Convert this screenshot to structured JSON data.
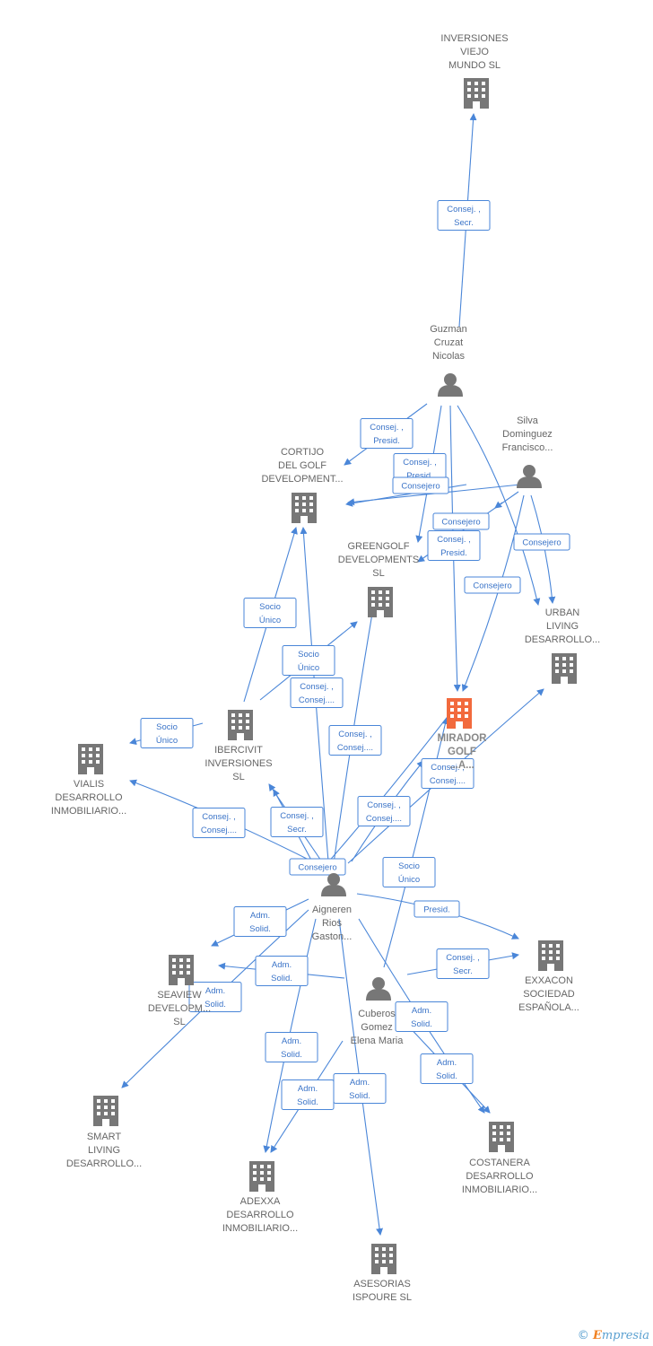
{
  "nodes": {
    "inversiones_viejo_mundo": {
      "type": "company",
      "lines": [
        "INVERSIONES",
        "VIEJO",
        "MUNDO SL"
      ]
    },
    "guzman": {
      "type": "person",
      "lines": [
        "Guzman",
        "Cruzat",
        "Nicolas"
      ]
    },
    "silva": {
      "type": "person",
      "lines": [
        "Silva",
        "Dominguez",
        "Francisco..."
      ]
    },
    "cortijo": {
      "type": "company",
      "lines": [
        "CORTIJO",
        "DEL GOLF",
        "DEVELOPMENT..."
      ]
    },
    "greengolf": {
      "type": "company",
      "lines": [
        "GREENGOLF",
        "DEVELOPMENTS",
        "SL"
      ]
    },
    "urban_living": {
      "type": "company",
      "lines": [
        "URBAN",
        "LIVING",
        "DESARROLLO..."
      ]
    },
    "mirador": {
      "type": "company",
      "main": true,
      "lines": [
        "MIRADOR",
        "GOLF",
        "...A..."
      ]
    },
    "ibercivit": {
      "type": "company",
      "lines": [
        "IBERCIVIT",
        "INVERSIONES",
        "SL"
      ]
    },
    "vialis": {
      "type": "company",
      "lines": [
        "VIALIS",
        "DESARROLLO",
        "INMOBILIARIO..."
      ]
    },
    "aigneren": {
      "type": "person",
      "lines": [
        "Aigneren",
        "Rios",
        "Gaston..."
      ]
    },
    "exxacon": {
      "type": "company",
      "lines": [
        "EXXACON",
        "SOCIEDAD",
        "ESPAÑOLA..."
      ]
    },
    "seaview": {
      "type": "company",
      "lines": [
        "SEAVIEW",
        "DEVELOPM...",
        "SL"
      ]
    },
    "cuberos": {
      "type": "person",
      "lines": [
        "Cuberos",
        "Gomez",
        "Elena Maria"
      ]
    },
    "smart_living": {
      "type": "company",
      "lines": [
        "SMART",
        "LIVING",
        "DESARROLLO..."
      ]
    },
    "costanera": {
      "type": "company",
      "lines": [
        "COSTANERA",
        "DESARROLLO",
        "INMOBILIARIO..."
      ]
    },
    "adexxa": {
      "type": "company",
      "lines": [
        "ADEXXA",
        "DESARROLLO",
        "INMOBILIARIO..."
      ]
    },
    "asesorias": {
      "type": "company",
      "lines": [
        "ASESORIAS",
        "ISPOURE SL"
      ]
    }
  },
  "edge_labels": {
    "guzman_viejo": [
      "Consej. ,",
      "Secr."
    ],
    "guzman_cortijo": [
      "Consej. ,",
      "Presid."
    ],
    "guzman_greengolf": [
      "Consej. ,",
      "Presid."
    ],
    "guzman_cortijo_consejero": [
      "Consejero"
    ],
    "guzman_mirador": [
      "Consejero"
    ],
    "silva_greengolf": [
      "Consej. ,",
      "Presid."
    ],
    "silva_cortijo": [
      "Consej. ,",
      "Presid."
    ],
    "silva_urban": [
      "Consejero"
    ],
    "silva_mirador": [
      "Consejero"
    ],
    "ibercivit_cortijo": [
      "Socio",
      "Único"
    ],
    "ibercivit_greengolf": [
      "Socio",
      "Único"
    ],
    "aig_cortijo": [
      "Consej. ,",
      "Consej...."
    ],
    "ibercivit_vialis": [
      "Socio",
      "Único"
    ],
    "aig_greengolf": [
      "Consej. ,",
      "Consej...."
    ],
    "aig_urban": [
      "Consej. ,",
      "Consej...."
    ],
    "aig_vialis": [
      "Consej. ,",
      "Consej...."
    ],
    "aig_ibercivit": [
      "Consej. ,",
      "Secr."
    ],
    "aig_mirador2": [
      "Consej. ,",
      "Consej...."
    ],
    "aig_mirador": [
      "Consejero"
    ],
    "cuberos_mirador": [
      "Socio",
      "Único"
    ],
    "aig_exxacon": [
      "Presid."
    ],
    "aig_seaview": [
      "Adm.",
      "Solid."
    ],
    "cuberos_exxacon": [
      "Consej. ,",
      "Secr."
    ],
    "cuberos_seaview": [
      "Adm.",
      "Solid."
    ],
    "aig_smart": [
      "Adm.",
      "Solid."
    ],
    "aig_costanera": [
      "Adm.",
      "Solid."
    ],
    "aig_adexxa": [
      "Adm.",
      "Solid."
    ],
    "cuberos_adexxa": [
      "Adm.",
      "Solid."
    ],
    "cuberos_costanera": [
      "Adm.",
      "Solid."
    ],
    "aig_asesorias": [
      "Adm.",
      "Solid."
    ]
  },
  "footer": {
    "copyright": "©",
    "brand_initial": "E",
    "brand_rest": "mpresia"
  },
  "colors": {
    "edge": "#4a86d8",
    "icon": "#777777",
    "main_icon": "#f26a3d"
  }
}
